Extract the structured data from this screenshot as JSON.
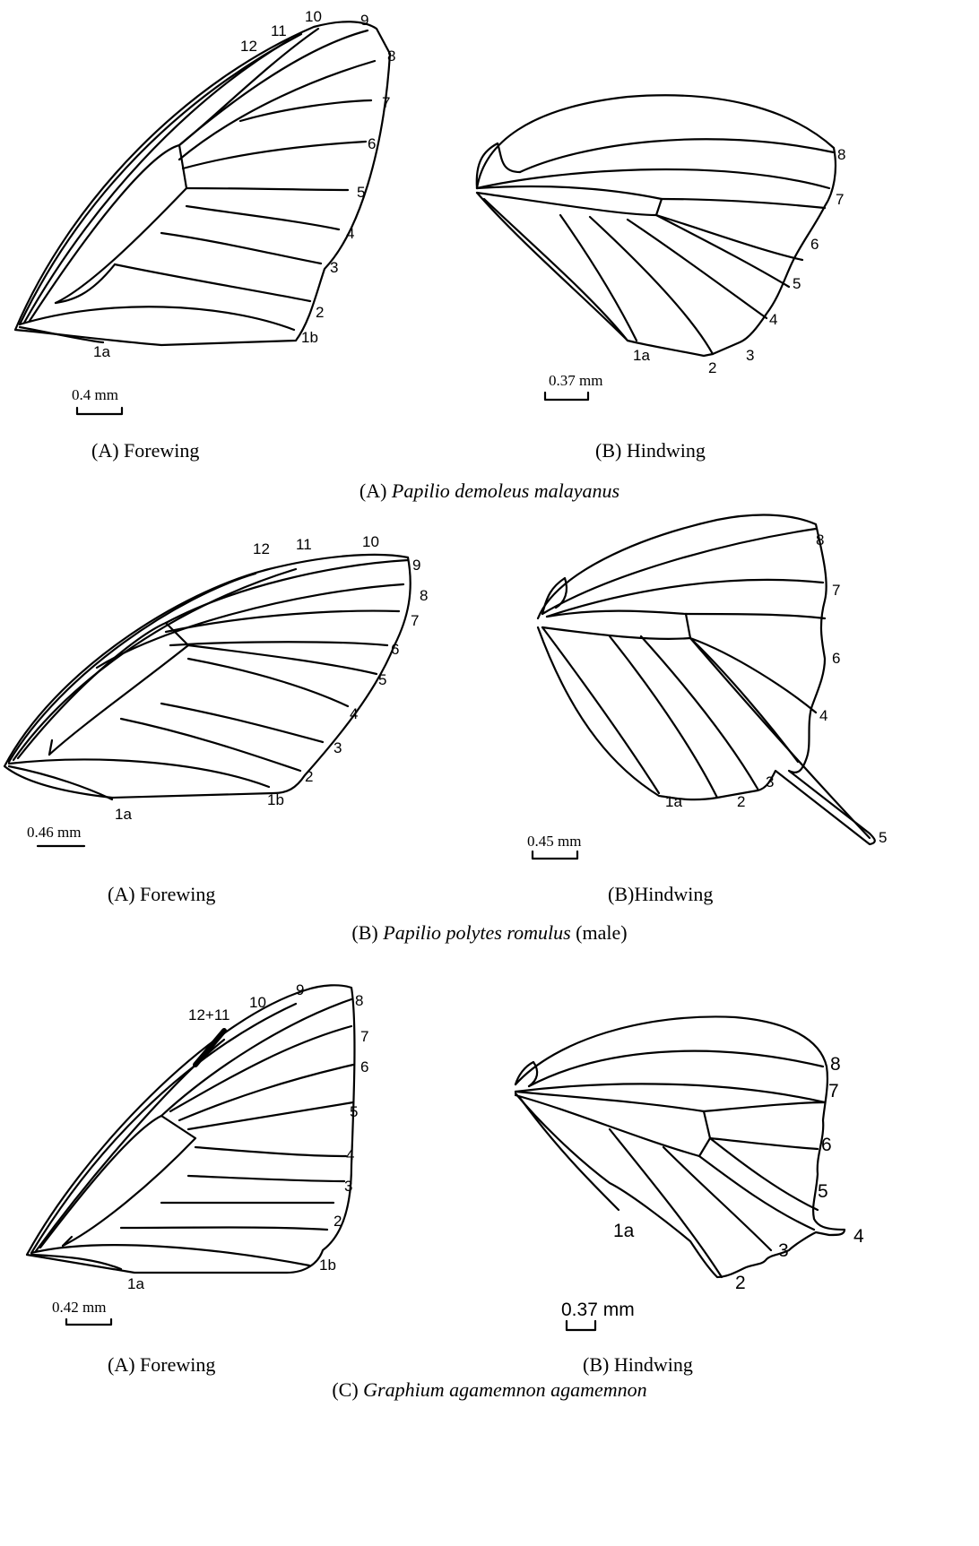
{
  "figures": [
    {
      "forewing": {
        "caption": "(A) Forewing",
        "veins": [
          "12",
          "11",
          "10",
          "9",
          "8",
          "7",
          "6",
          "5",
          "4",
          "3",
          "2",
          "1b",
          "1a"
        ],
        "scale": "0.4 mm"
      },
      "hindwing": {
        "caption": "(B) Hindwing",
        "veins": [
          "8",
          "7",
          "6",
          "5",
          "4",
          "3",
          "2",
          "1a"
        ],
        "scale": "0.37 mm"
      },
      "species": {
        "prefix": "(A) ",
        "name": "Papilio demoleus malayanus",
        "suffix": ""
      }
    },
    {
      "forewing": {
        "caption": "(A) Forewing",
        "veins": [
          "12",
          "11",
          "10",
          "9",
          "8",
          "7",
          "6",
          "5",
          "4",
          "3",
          "2",
          "1b",
          "1a"
        ],
        "scale": "0.46 mm"
      },
      "hindwing": {
        "caption": "(B)Hindwing",
        "veins": [
          "8",
          "7",
          "6",
          "5",
          "4",
          "3",
          "2",
          "1a"
        ],
        "scale": "0.45 mm"
      },
      "species": {
        "prefix": "(B) ",
        "name": "Papilio polytes romulus",
        "suffix": " (male)"
      }
    },
    {
      "forewing": {
        "caption": "(A) Forewing",
        "veins": [
          "12+11",
          "10",
          "9",
          "8",
          "7",
          "6",
          "5",
          "4",
          "3",
          "2",
          "1b",
          "1a"
        ],
        "scale": "0.42 mm"
      },
      "hindwing": {
        "caption": "(B) Hindwing",
        "veins": [
          "8",
          "7",
          "6",
          "5",
          "4",
          "3",
          "2",
          "1a"
        ],
        "scale": "0.37 mm"
      },
      "species": {
        "prefix": "(C) ",
        "name": "Graphium agamemnon agamemnon",
        "suffix": ""
      }
    }
  ]
}
